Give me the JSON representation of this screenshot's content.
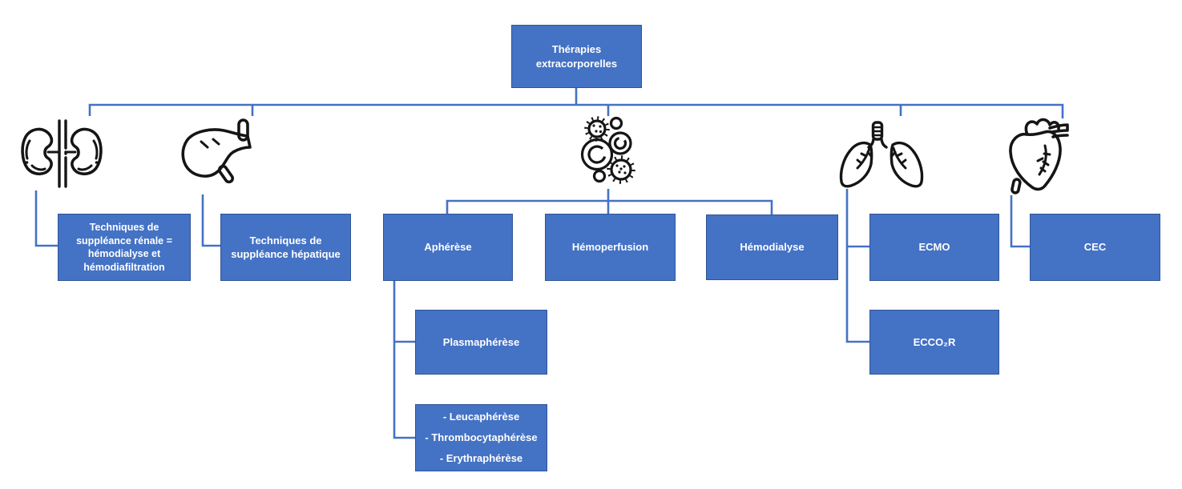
{
  "colors": {
    "box_fill": "#4472C4",
    "box_border": "#2F5496",
    "line_color": "#4472C4",
    "text_color": "#FFFFFF",
    "icon_stroke": "#151515"
  },
  "nodes": {
    "root": "Thérapies extracorporelles",
    "renal": "Techniques de suppléance rénale = hémodialyse et hémodiafiltration",
    "hepatic": "Techniques de suppléance hépatique",
    "apherese": "Aphérèse",
    "hemoperfusion": "Hémoperfusion",
    "hemodialyse": "Hémodialyse",
    "plasmapherese": "Plasmaphérèse",
    "apherese_types": [
      "- Leucaphérèse",
      "- Thrombocytaphérèse",
      "- Erythraphérèse"
    ],
    "ecmo": "ECMO",
    "ecco2r": "ECCO₂R",
    "cec": "CEC"
  },
  "icons": {
    "kidneys": "kidneys-icon",
    "liver": "liver-icon",
    "microbes": "microbes-icon",
    "lungs": "lungs-icon",
    "heart": "heart-icon"
  }
}
